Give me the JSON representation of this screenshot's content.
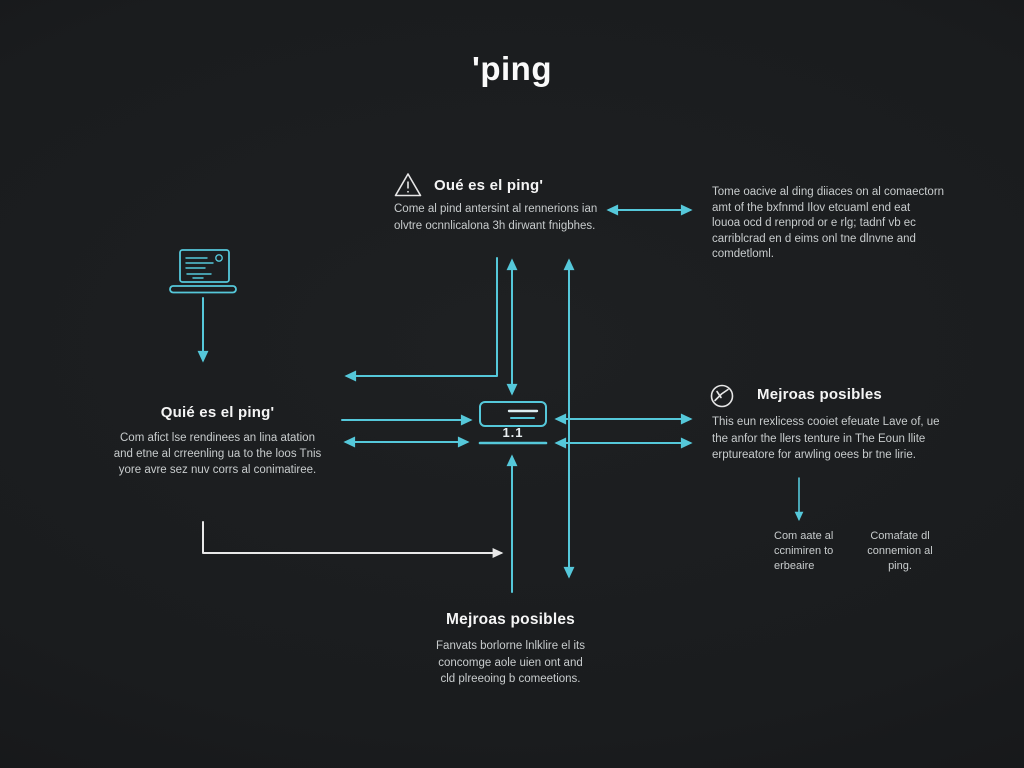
{
  "title": "'ping",
  "colors": {
    "background": "#1a1c1e",
    "accent_cyan": "#55c8da",
    "heading_text": "#f5f5f5",
    "body_text": "#c8cccd",
    "white_arrow": "#e8e8e8"
  },
  "top_center": {
    "icon": "warning-triangle",
    "heading": "Oué es el ping'",
    "lines": [
      "Come al pind antersint al rennerions ian",
      "olvtre ocnnlicalona 3h dirwant fnigbhes."
    ]
  },
  "top_right": {
    "lines": [
      "Tome oacive al ding diiaces on al comaectorn",
      "amt of the bxfnmd Ilov etcuaml end eat",
      "louoa ocd d renprod or e rlg; tadnf vb ec",
      "carriblcrad en d eims onl tne dlnvne and",
      "comdetloml."
    ]
  },
  "left_block": {
    "heading": "Quié es el ping'",
    "lines": [
      "Com afict lse rendinees an lina atation",
      "and etne al crreenling ua to the loos Tnis",
      "yore avre sez nuv corrs al conimatiree."
    ]
  },
  "right_block": {
    "icon": "circle-check",
    "heading": "Mejroas posibles",
    "lines": [
      "This eun rexlicess cooiet efeuate Lave of, ue",
      "the anfor the llers tenture in The Eoun llite",
      "erptureatore for arwling oees br tne lirie."
    ]
  },
  "bottom_right": {
    "col1_lines": [
      "Com aate al",
      "ccnimiren to",
      "erbeaire"
    ],
    "col2_lines": [
      "Comafate dl",
      "connemion al",
      "ping."
    ]
  },
  "bottom_center": {
    "heading": "Mejroas posibles",
    "lines": [
      "Fanvats borlorne lnlklire el its",
      "concomge aole uien ont and",
      "cld plreeoing b comeetions."
    ]
  },
  "center_icon": {
    "label": "1.1"
  }
}
